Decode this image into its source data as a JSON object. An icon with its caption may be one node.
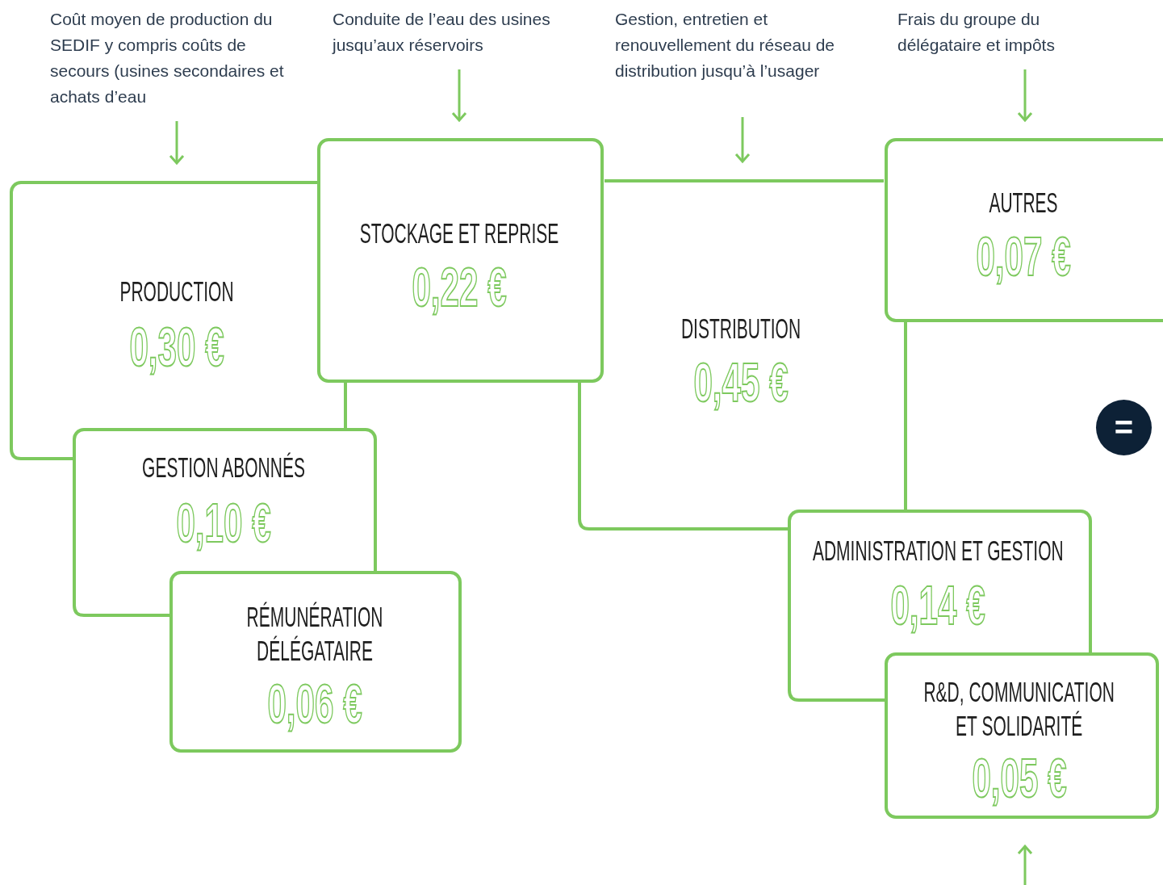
{
  "diagram": {
    "nodes": [
      {
        "text": [
          "Coût moyen de production du SEDIF y compris coûts de secours (usines secondaires et achats d’eau"
        ]
      },
      {
        "text": [
          "Conduite de l’eau des usines jusqu’aux réservoirs"
        ]
      },
      {
        "text": [
          "Gestion, entretien et renouvellement du réseau de distribution jusqu’à l’usager"
        ]
      },
      {
        "text": [
          "Frais du groupe du délégataire et impôts"
        ]
      },
      {
        "text": [
          "PRODUCTION",
          "0,30 €"
        ]
      },
      {
        "text": [
          "STOCKAGE ET REPRISE",
          "0,22 €"
        ]
      },
      {
        "text": [
          "DISTRIBUTION",
          "0,45 €"
        ]
      },
      {
        "text": [
          "AUTRES",
          "0,07 €"
        ]
      },
      {
        "text": [
          "GESTION ABONNÉS",
          "0,10 €"
        ]
      },
      {
        "text": [
          "RÉMUNÉRATION DÉLÉGATAIRE",
          "0,06 €"
        ]
      },
      {
        "text": [
          "ADMINISTRATION ET GESTION",
          "0,14 €"
        ]
      },
      {
        "text": [
          "R&D, COMMUNICATION ET SOLIDARITÉ",
          "0,05 €"
        ]
      },
      {
        "text": [
          "="
        ]
      }
    ],
    "edges": [
      {
        "from": 0,
        "to": 4,
        "arrow": "to"
      },
      {
        "from": 1,
        "to": 5,
        "arrow": "to"
      },
      {
        "from": 2,
        "to": 6,
        "arrow": "to"
      },
      {
        "from": 3,
        "to": 7,
        "arrow": "to"
      },
      {
        "from": null,
        "to": 11,
        "arrow": "to"
      }
    ]
  }
}
